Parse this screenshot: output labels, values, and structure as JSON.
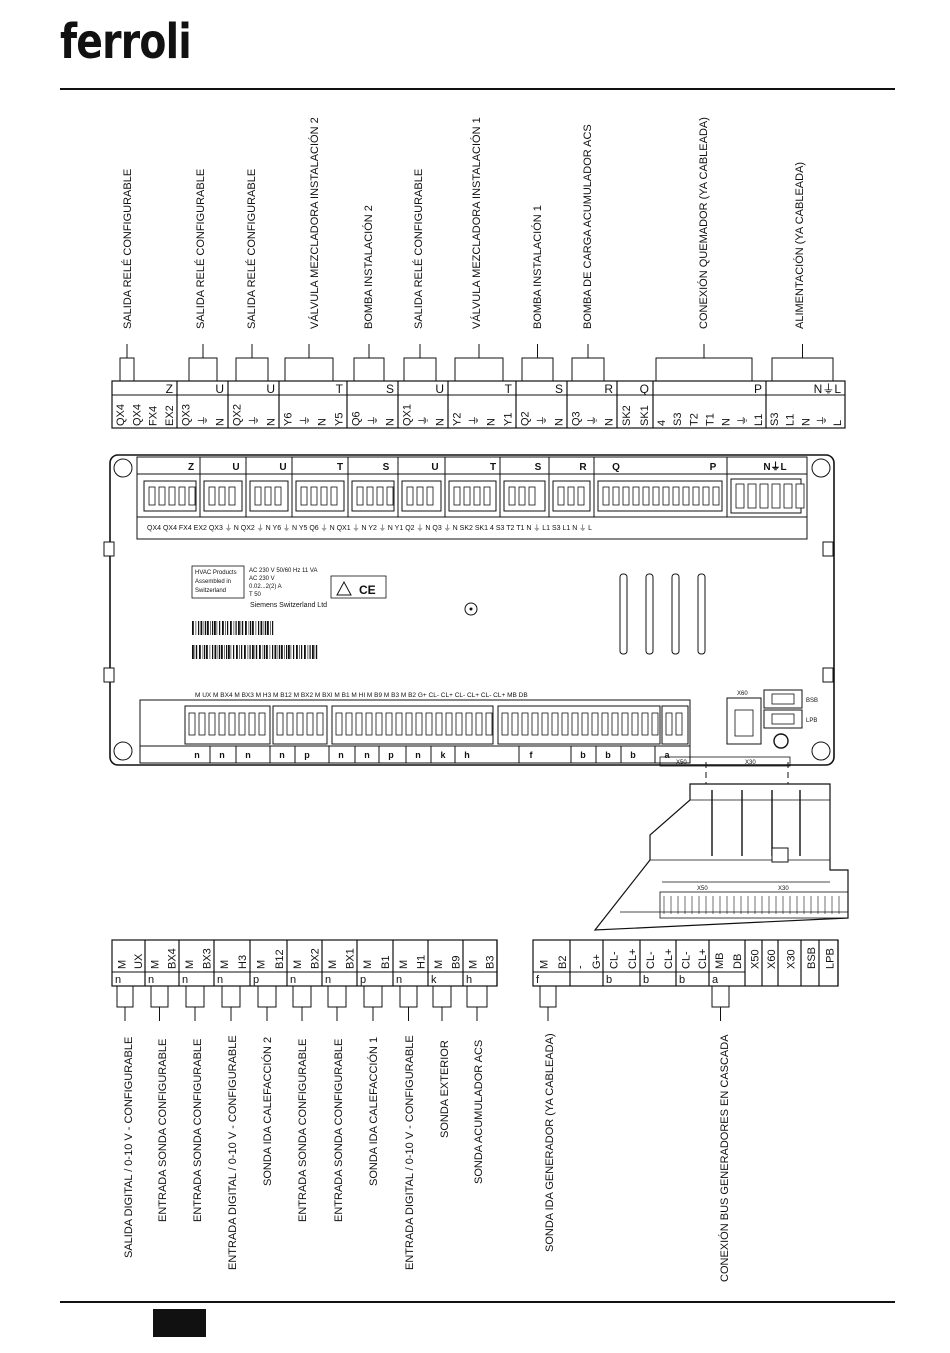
{
  "brand": "ferroli",
  "top_labels": [
    {
      "text": "SALIDA RELÉ CONFIGURABLE"
    },
    {
      "text": "SALIDA RELÉ CONFIGURABLE"
    },
    {
      "text": "SALIDA RELÉ CONFIGURABLE"
    },
    {
      "text": "VÁLVULA MEZCLADORA INSTALACIÓN 2"
    },
    {
      "text": "BOMBA INSTALACIÓN 2"
    },
    {
      "text": "SALIDA RELÉ CONFIGURABLE"
    },
    {
      "text": "VÁLVULA MEZCLADORA INSTALACIÓN 1"
    },
    {
      "text": "BOMBA INSTALACIÓN 1"
    },
    {
      "text": "BOMBA DE CARGA ACUMULADOR ACS"
    },
    {
      "text": "CONEXIÓN QUEMADOR (YA CABLEADA)"
    },
    {
      "text": "ALIMENTACIÓN (YA CABLEADA)"
    }
  ],
  "top_blocks": [
    {
      "letter": "Z",
      "pins": [
        "QX4",
        "QX4",
        "FX4",
        "EX2"
      ]
    },
    {
      "letter": "U",
      "pins": [
        "QX3",
        "⏚",
        "N"
      ]
    },
    {
      "letter": "U",
      "pins": [
        "QX2",
        "⏚",
        "N"
      ]
    },
    {
      "letter": "T",
      "pins": [
        "Y6",
        "⏚",
        "N",
        "Y5"
      ]
    },
    {
      "letter": "S",
      "pins": [
        "Q6",
        "⏚",
        "N"
      ]
    },
    {
      "letter": "U",
      "pins": [
        "QX1",
        "⏚",
        "N"
      ]
    },
    {
      "letter": "T",
      "pins": [
        "Y2",
        "⏚",
        "N",
        "Y1"
      ]
    },
    {
      "letter": "S",
      "pins": [
        "Q2",
        "⏚",
        "N"
      ]
    },
    {
      "letter": "R",
      "pins": [
        "Q3",
        "⏚",
        "N"
      ]
    },
    {
      "letter": "Q",
      "pins": [
        "SK2",
        "SK1"
      ]
    },
    {
      "letter": "P",
      "pins": [
        "4",
        "S3",
        "T2",
        "T1",
        "N",
        "⏚",
        "L1"
      ]
    },
    {
      "letter": "N⏚L",
      "pins": [
        "S3",
        "L1",
        "N",
        "⏚",
        "L"
      ]
    }
  ],
  "controller": {
    "top_letters": [
      "Z",
      "U",
      "U",
      "T",
      "S",
      "U",
      "T",
      "S",
      "R",
      "Q",
      "P",
      "N⏚L"
    ],
    "top_pin_row": "QX4 QX4 FX4 EX2   QX3 ⏚ N   QX2 ⏚ N   Y6 ⏚ N Y5   Q6 ⏚ N   QX1 ⏚ N   Y2 ⏚ N Y1   Q2 ⏚ N   Q3 ⏚ N   SK2 SK1   4 S3 T2 T1 N ⏚ L1   S3 L1 N ⏚ L",
    "label_lines": [
      "HVAC Products",
      "Assembled in",
      "Switzerland"
    ],
    "spec_lines": [
      "AC 230 V   50/60 Hz   11 VA",
      "AC 230 V",
      "0.02...2(2) A",
      "T 50"
    ],
    "maker": "Siemens Switzerland Ltd",
    "ce_mark": "CE",
    "bottom_pin_row": "M UX M BX4 M BX3   M H3 M B12   M BX2 M BXI M B1 M HI M B9 M B3        M B2   G+ CL- CL+ CL- CL+ CL- CL+ MB DB",
    "bottom_letters": [
      "n",
      "n",
      "n",
      "n",
      "p",
      "n",
      "n",
      "p",
      "n",
      "k",
      "h",
      "f",
      "b",
      "b",
      "b",
      "a"
    ],
    "x60": "X60",
    "bsb": "BSB",
    "lpb": "LPB",
    "x50": "X50",
    "x30": "X30"
  },
  "detail": {
    "x50": "X50",
    "x30": "X30"
  },
  "bottom_blocks": [
    {
      "letter": "n",
      "pins": [
        "M",
        "UX"
      ]
    },
    {
      "letter": "n",
      "pins": [
        "M",
        "BX4"
      ]
    },
    {
      "letter": "n",
      "pins": [
        "M",
        "BX3"
      ]
    },
    {
      "letter": "n",
      "pins": [
        "M",
        "H3"
      ]
    },
    {
      "letter": "p",
      "pins": [
        "M",
        "B12"
      ]
    },
    {
      "letter": "n",
      "pins": [
        "M",
        "BX2"
      ]
    },
    {
      "letter": "n",
      "pins": [
        "M",
        "BX1"
      ]
    },
    {
      "letter": "p",
      "pins": [
        "M",
        "B1"
      ]
    },
    {
      "letter": "n",
      "pins": [
        "M",
        "H1"
      ]
    },
    {
      "letter": "k",
      "pins": [
        "M",
        "B9"
      ]
    },
    {
      "letter": "h",
      "pins": [
        "M",
        "B3"
      ]
    },
    {
      "letter": "f",
      "pins": [
        "M",
        "B2"
      ]
    },
    {
      "letter": "",
      "pins": [
        "-",
        "G+"
      ]
    },
    {
      "letter": "b",
      "pins": [
        "CL-",
        "CL+"
      ]
    },
    {
      "letter": "b",
      "pins": [
        "CL-",
        "CL+"
      ]
    },
    {
      "letter": "b",
      "pins": [
        "CL-",
        "CL+"
      ]
    },
    {
      "letter": "a",
      "pins": [
        "MB",
        "DB"
      ]
    },
    {
      "letter": "",
      "pins": [
        "X50"
      ]
    },
    {
      "letter": "",
      "pins": [
        "X60"
      ]
    },
    {
      "letter": "",
      "pins": [
        "X30"
      ]
    },
    {
      "letter": "",
      "pins": [
        "BSB"
      ]
    },
    {
      "letter": "",
      "pins": [
        "LPB"
      ]
    }
  ],
  "bottom_labels": [
    {
      "text": "SALIDA DIGITAL / 0-10 V - CONFIGURABLE"
    },
    {
      "text": "ENTRADA SONDA CONFIGURABLE"
    },
    {
      "text": "ENTRADA SONDA CONFIGURABLE"
    },
    {
      "text": "ENTRADA DIGITAL / 0-10 V - CONFIGURABLE"
    },
    {
      "text": "SONDA IDA CALEFACCIÓN 2"
    },
    {
      "text": "ENTRADA SONDA CONFIGURABLE"
    },
    {
      "text": "ENTRADA SONDA CONFIGURABLE"
    },
    {
      "text": "SONDA IDA CALEFACCIÓN 1"
    },
    {
      "text": "ENTRADA DIGITAL / 0-10 V - CONFIGURABLE"
    },
    {
      "text": "SONDA EXTERIOR"
    },
    {
      "text": "SONDA ACUMULADOR ACS"
    },
    {
      "text": "SONDA IDA GENERADOR (YA CABLEADA)"
    },
    {
      "text": "CONEXIÓN BUS GENERADORES EN CASCADA"
    }
  ]
}
